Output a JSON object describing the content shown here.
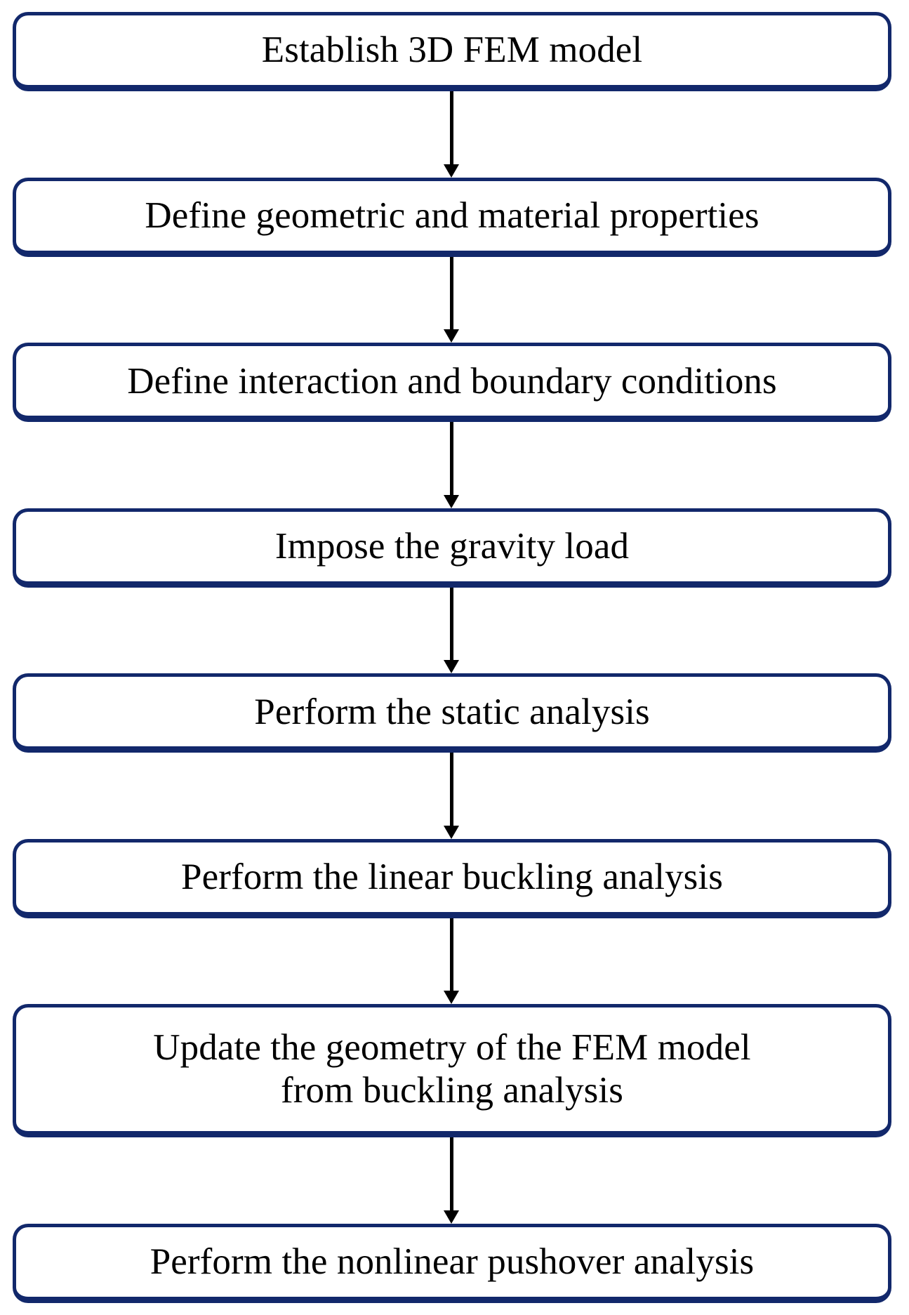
{
  "diagram": {
    "title": "FEM analysis workflow flowchart",
    "type": "flowchart",
    "orientation": "vertical-top-to-bottom",
    "colors": {
      "box_border": "#12286b",
      "box_fill": "#ffffff",
      "arrow": "#000000",
      "text": "#000000",
      "background": "#ffffff"
    },
    "nodes": [
      {
        "id": "step-1",
        "label": "Establish 3D FEM model",
        "lines": 1
      },
      {
        "id": "step-2",
        "label": "Define geometric  and material properties",
        "lines": 1
      },
      {
        "id": "step-3",
        "label": "Define interaction and boundary conditions",
        "lines": 1
      },
      {
        "id": "step-4",
        "label": "Impose the gravity  load",
        "lines": 1
      },
      {
        "id": "step-5",
        "label": "Perform  the static analysis",
        "lines": 1
      },
      {
        "id": "step-6",
        "label": "Perform  the linear buckling analysis",
        "lines": 1
      },
      {
        "id": "step-7",
        "label": "Update the geometry  of the FEM model\nfrom  buckling analysis",
        "lines": 2
      },
      {
        "id": "step-8",
        "label": "Perform  the nonlinear pushover analysis",
        "lines": 1
      }
    ],
    "connectors": [
      {
        "id": "arrow-1-2",
        "from": "step-1",
        "to": "step-2",
        "marker": "filled-triangle"
      },
      {
        "id": "arrow-2-3",
        "from": "step-2",
        "to": "step-3",
        "marker": "filled-triangle"
      },
      {
        "id": "arrow-3-4",
        "from": "step-3",
        "to": "step-4",
        "marker": "filled-triangle"
      },
      {
        "id": "arrow-4-5",
        "from": "step-4",
        "to": "step-5",
        "marker": "filled-triangle"
      },
      {
        "id": "arrow-5-6",
        "from": "step-5",
        "to": "step-6",
        "marker": "filled-triangle"
      },
      {
        "id": "arrow-6-7",
        "from": "step-6",
        "to": "step-7",
        "marker": "filled-triangle"
      },
      {
        "id": "arrow-7-8",
        "from": "step-7",
        "to": "step-8",
        "marker": "filled-triangle"
      }
    ]
  }
}
